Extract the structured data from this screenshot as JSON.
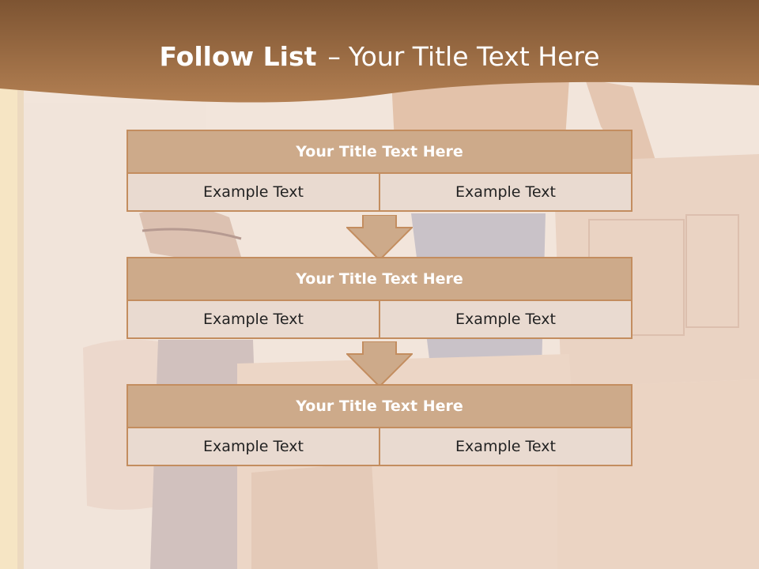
{
  "slide": {
    "title_bold": "Follow List",
    "title_sep": "–",
    "title_rest": "Your Title Text Here"
  },
  "blocks": [
    {
      "title": "Your Title Text Here",
      "cells": [
        "Example Text",
        "Example Text"
      ]
    },
    {
      "title": "Your Title Text Here",
      "cells": [
        "Example Text",
        "Example Text"
      ]
    },
    {
      "title": "Your Title Text Here",
      "cells": [
        "Example Text",
        "Example Text"
      ]
    }
  ],
  "colors": {
    "header_band": "#9c6a3f",
    "block_title_fill": "#cdaa8a",
    "block_border": "#c38d5f",
    "cell_fill": "#e9dad0",
    "arrow_fill": "#cdaa8a"
  }
}
